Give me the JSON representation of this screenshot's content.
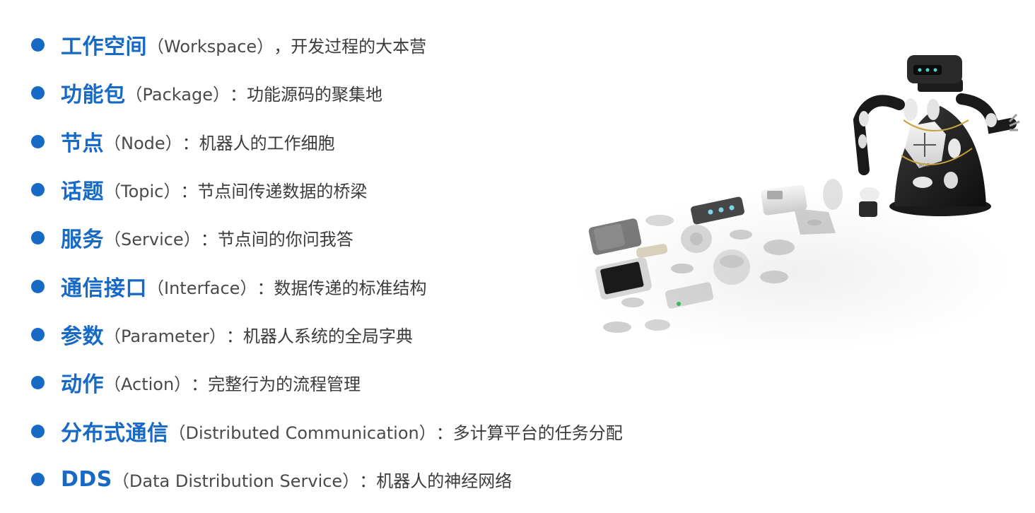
{
  "items": [
    {
      "term": "工作空间",
      "en": "（Workspace）",
      "sep": "，",
      "desc": "开发过程的大本营"
    },
    {
      "term": "功能包",
      "en": "（Package）",
      "sep": "：",
      "desc": "功能源码的聚集地"
    },
    {
      "term": "节点",
      "en": "（Node）",
      "sep": "：",
      "desc": "机器人的工作细胞"
    },
    {
      "term": "话题",
      "en": "（Topic）",
      "sep": "：",
      "desc": "节点间传递数据的桥梁"
    },
    {
      "term": "服务",
      "en": "（Service）",
      "sep": "：",
      "desc": "节点间的你问我答"
    },
    {
      "term": "通信接口",
      "en": "（Interface）",
      "sep": "：",
      "desc": "数据传递的标准结构"
    },
    {
      "term": "参数",
      "en": "（Parameter）",
      "sep": "：",
      "desc": "机器人系统的全局字典"
    },
    {
      "term": "动作",
      "en": "（Action）",
      "sep": "：",
      "desc": "完整行为的流程管理"
    },
    {
      "term": "分布式通信",
      "en": "（Distributed Communication）",
      "sep": "：",
      "desc": "多计算平台的任务分配"
    },
    {
      "term": "DDS",
      "en": "（Data Distribution Service）",
      "sep": "：",
      "desc": "机器人的神经网络"
    }
  ],
  "colors": {
    "accent": "#1669c5",
    "text": "#3c3c3c"
  },
  "image": {
    "robot_logo": "ROS"
  }
}
